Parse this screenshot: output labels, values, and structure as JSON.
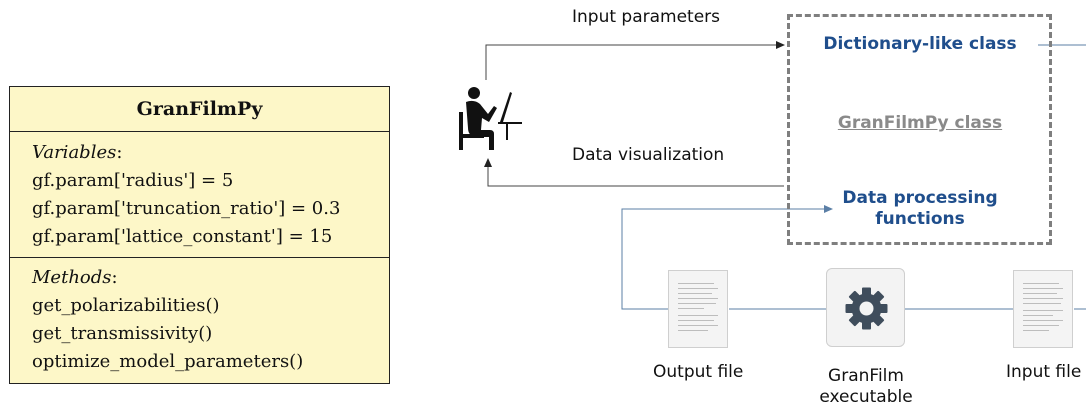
{
  "uml": {
    "title": "GranFilmPy",
    "variables_header": "Variables",
    "variables_colon": ":",
    "variables": [
      "gf.param['radius'] = 5",
      "gf.param['truncation_ratio'] = 0.3",
      "gf.param['lattice_constant'] = 15"
    ],
    "methods_header": "Methods",
    "methods_colon": ":",
    "methods": [
      "get_polarizabilities()",
      "get_transmissivity()",
      "optimize_model_parameters()"
    ]
  },
  "flow": {
    "input_parameters": "Input parameters",
    "data_visualization": "Data visualization",
    "dictionary_class": "Dictionary-like class",
    "granfilmpy_class": "GranFilmPy class",
    "data_processing_line1": "Data processing",
    "data_processing_line2": "functions",
    "output_file": "Output file",
    "executable_line1": "GranFilm",
    "executable_line2": "executable",
    "input_file": "Input file"
  },
  "icons": [
    "user-at-computer-icon",
    "document-icon",
    "gear-icon"
  ],
  "colors": {
    "class_fill": "#fdf7c8",
    "accent_blue": "#1f4e8c",
    "muted_grey": "#8a8a8a",
    "connector_blue": "#5b7fa6",
    "dash_border": "#7f7f7f"
  }
}
